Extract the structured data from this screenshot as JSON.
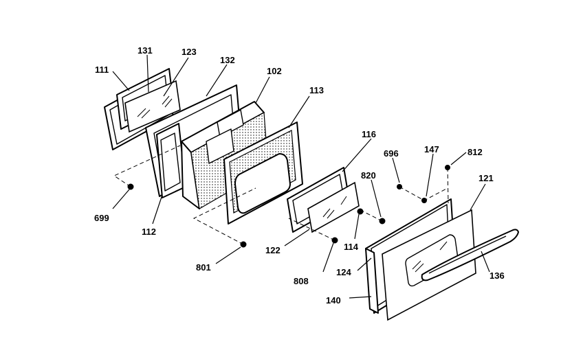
{
  "callouts": {
    "c111": "111",
    "c131": "131",
    "c123": "123",
    "c132": "132",
    "c102": "102",
    "c113": "113",
    "c116": "116",
    "c696": "696",
    "c147": "147",
    "c812": "812",
    "c820": "820",
    "c121": "121",
    "c699": "699",
    "c112": "112",
    "c122": "122",
    "c114": "114",
    "c801": "801",
    "c808": "808",
    "c124": "124",
    "c140": "140",
    "c136": "136"
  }
}
